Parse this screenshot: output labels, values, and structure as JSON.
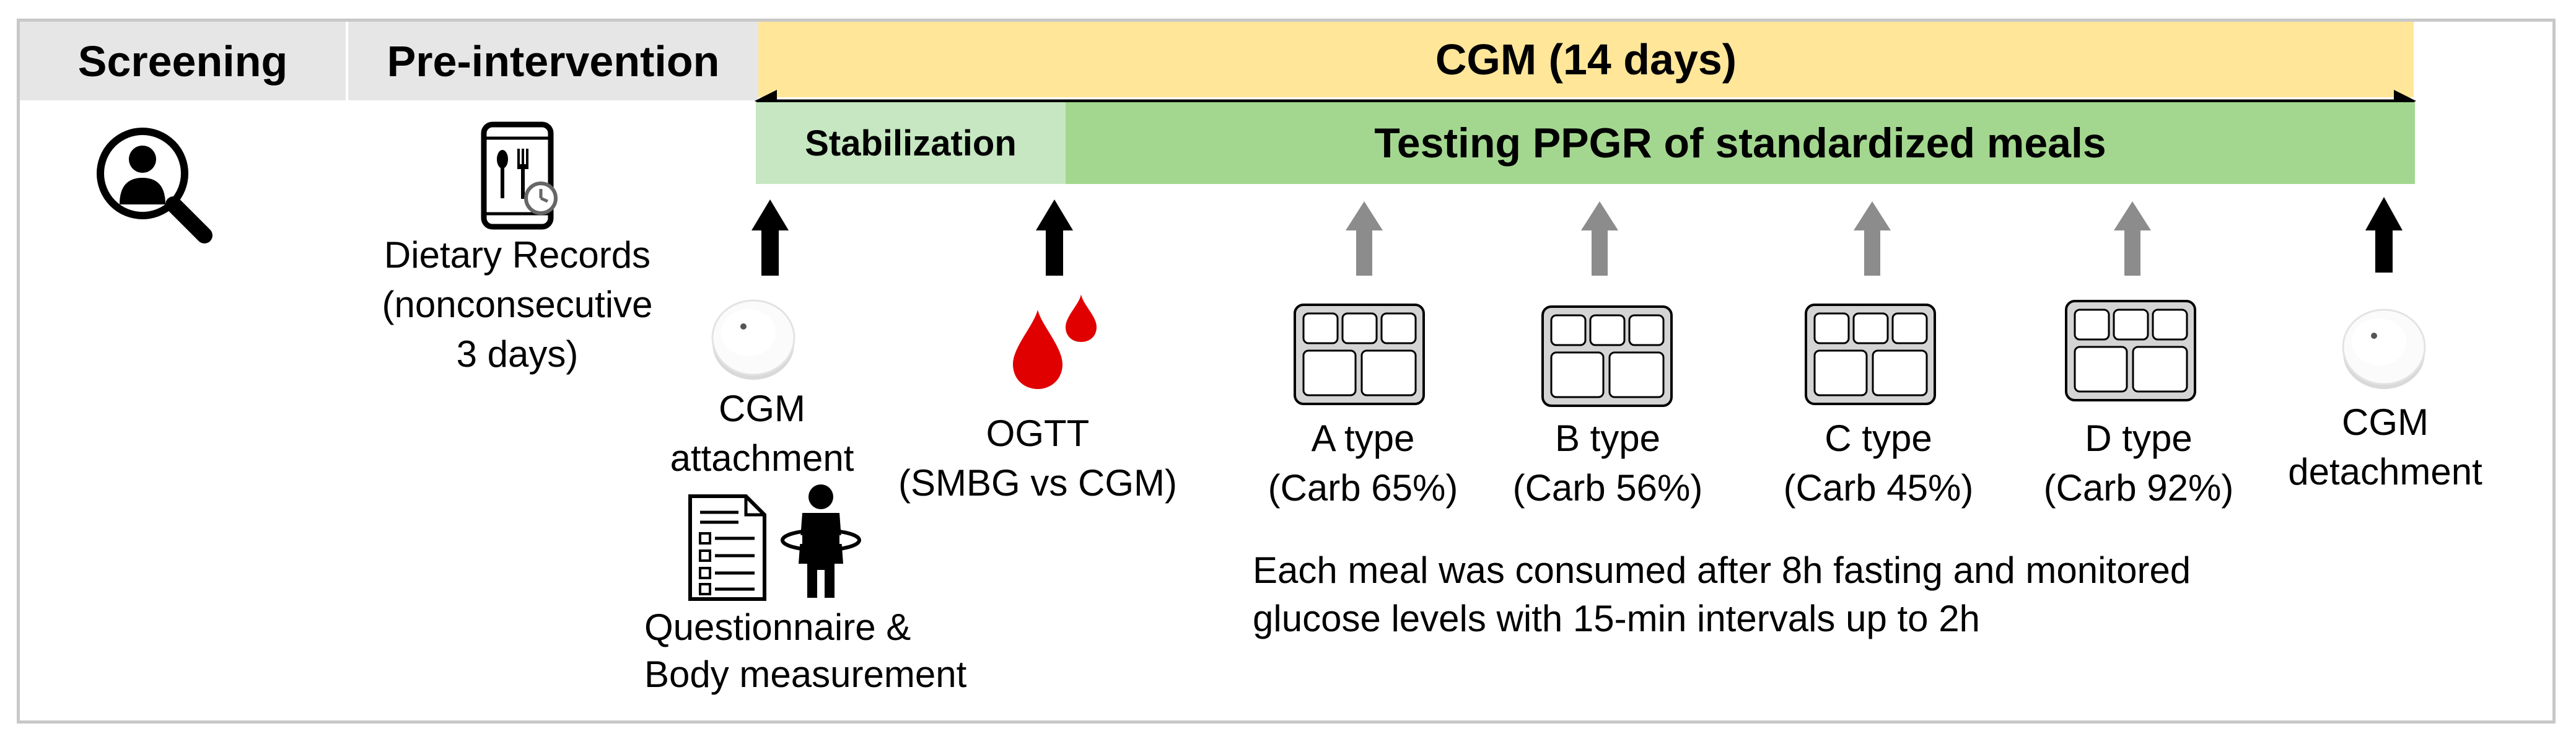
{
  "colors": {
    "header_gray": "#e6e6e6",
    "cgm_bar": "#ffe699",
    "stabilization": "#c6e7c1",
    "testing": "#a3d78f",
    "black_arrow": "#000000",
    "gray_arrow": "#8c8c8c",
    "blood": "#e00000"
  },
  "header": {
    "screening": "Screening",
    "pre_intervention": "Pre-intervention",
    "cgm": "CGM (14 days)"
  },
  "phases": {
    "stabilization": "Stabilization",
    "testing": "Testing PPGR of standardized meals"
  },
  "icons": {
    "screening": "magnifier-person-icon",
    "dietary": "phone-meal-clock-icon",
    "cgm_device": "cgm-sensor-icon",
    "blood": "blood-drop-icon",
    "meal_tray": "meal-tray-icon",
    "questionnaire": "checklist-icon",
    "body": "body-measure-icon"
  },
  "dietary_records": {
    "line1": "Dietary Records",
    "line2": "(nonconsecutive",
    "line3": "3 days)"
  },
  "cgm_attachment": {
    "line1": "CGM",
    "line2": "attachment"
  },
  "ogtt": {
    "line1": "OGTT",
    "line2": "(SMBG vs CGM)"
  },
  "meals": [
    {
      "type": "A type",
      "carb": "(Carb 65%)"
    },
    {
      "type": "B type",
      "carb": "(Carb 56%)"
    },
    {
      "type": "C type",
      "carb": "(Carb 45%)"
    },
    {
      "type": "D type",
      "carb": "(Carb 92%)"
    }
  ],
  "cgm_detachment": {
    "line1": "CGM",
    "line2": "detachment"
  },
  "questionnaire": {
    "line1": "Questionnaire &",
    "line2": "Body measurement"
  },
  "note": {
    "line1": "Each meal was consumed after 8h fasting and monitored",
    "line2": "glucose levels with 15-min intervals up to 2h"
  }
}
